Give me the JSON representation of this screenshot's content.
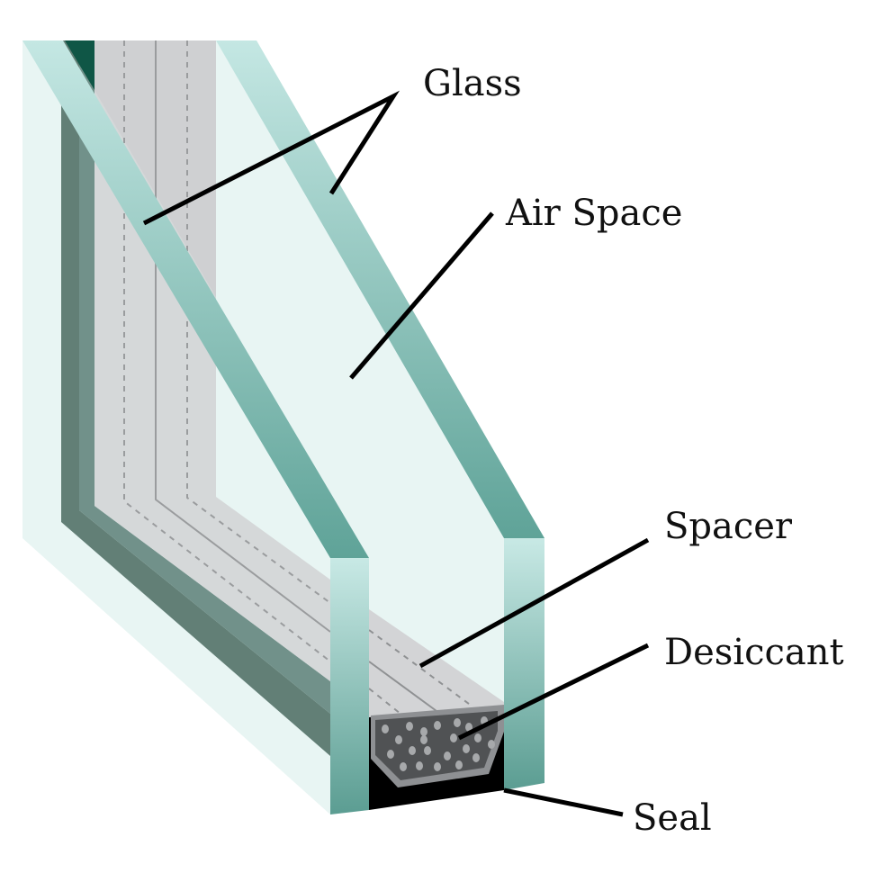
{
  "labels": {
    "glass": "Glass",
    "air_space": "Air Space",
    "spacer": "Spacer",
    "desiccant": "Desiccant",
    "seal": "Seal"
  },
  "colors": {
    "glass_face": "#e8f5f3",
    "glass_edge_light": "#c4e7e3",
    "glass_edge_dark": "#5d9f94",
    "spacer_grey": "#d0d1d3",
    "frame_dark": "#627f76",
    "frame_mid": "#71918a",
    "frame_top": "#0f5646",
    "desiccant_fill": "#505254",
    "desiccant_outline": "#8e9093",
    "desiccant_beads": "#a7a9ab",
    "seal": "#000000",
    "leader": "#000000"
  }
}
